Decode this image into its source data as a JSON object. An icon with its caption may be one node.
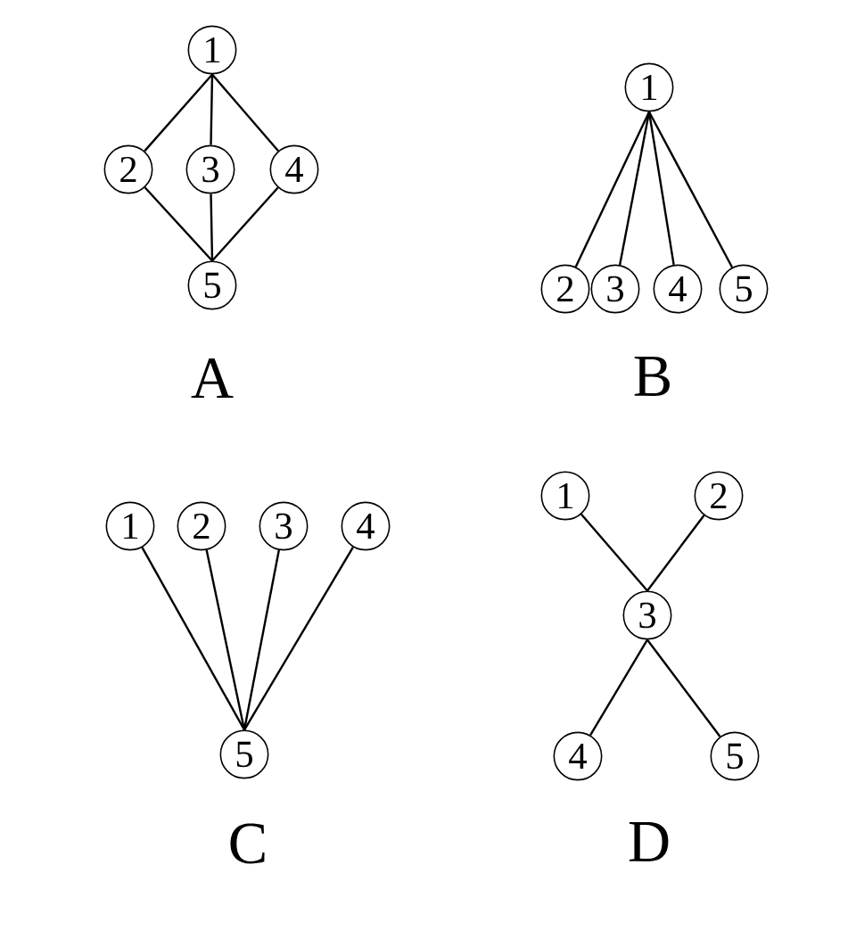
{
  "diagram": {
    "nodes": [
      {
        "text": [
          "1"
        ]
      },
      {
        "text": [
          "2"
        ]
      },
      {
        "text": [
          "3"
        ]
      },
      {
        "text": [
          "4"
        ]
      },
      {
        "text": [
          "5"
        ]
      },
      {
        "text": [
          "1"
        ]
      },
      {
        "text": [
          "2"
        ]
      },
      {
        "text": [
          "3"
        ]
      },
      {
        "text": [
          "4"
        ]
      },
      {
        "text": [
          "5"
        ]
      },
      {
        "text": [
          "1"
        ]
      },
      {
        "text": [
          "2"
        ]
      },
      {
        "text": [
          "3"
        ]
      },
      {
        "text": [
          "4"
        ]
      },
      {
        "text": [
          "5"
        ]
      },
      {
        "text": [
          "1"
        ]
      },
      {
        "text": [
          "2"
        ]
      },
      {
        "text": [
          "3"
        ]
      },
      {
        "text": [
          "4"
        ]
      },
      {
        "text": [
          "5"
        ]
      }
    ],
    "edges": [
      {
        "from": 0,
        "to": 1,
        "arrow": "none"
      },
      {
        "from": 0,
        "to": 2,
        "arrow": "none"
      },
      {
        "from": 0,
        "to": 3,
        "arrow": "none"
      },
      {
        "from": 1,
        "to": 4,
        "arrow": "none"
      },
      {
        "from": 2,
        "to": 4,
        "arrow": "none"
      },
      {
        "from": 3,
        "to": 4,
        "arrow": "none"
      },
      {
        "from": 5,
        "to": 6,
        "arrow": "none"
      },
      {
        "from": 5,
        "to": 7,
        "arrow": "none"
      },
      {
        "from": 5,
        "to": 8,
        "arrow": "none"
      },
      {
        "from": 5,
        "to": 9,
        "arrow": "none"
      },
      {
        "from": 10,
        "to": 14,
        "arrow": "none"
      },
      {
        "from": 11,
        "to": 14,
        "arrow": "none"
      },
      {
        "from": 12,
        "to": 14,
        "arrow": "none"
      },
      {
        "from": 13,
        "to": 14,
        "arrow": "none"
      },
      {
        "from": 15,
        "to": 17,
        "arrow": "none"
      },
      {
        "from": 16,
        "to": 17,
        "arrow": "none"
      },
      {
        "from": 17,
        "to": 18,
        "arrow": "none"
      },
      {
        "from": 17,
        "to": 19,
        "arrow": "none"
      }
    ],
    "labels": [
      "A",
      "B",
      "C",
      "D"
    ]
  }
}
